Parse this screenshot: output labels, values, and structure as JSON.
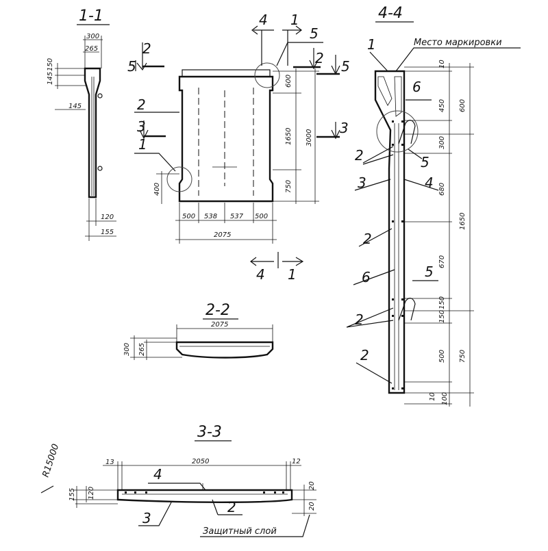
{
  "sections": {
    "s11": "1-1",
    "s22": "2-2",
    "s33": "3-3",
    "s44": "4-4"
  },
  "notes": {
    "marking_place": "Место маркировки",
    "protective_layer": "Защитный слой",
    "radius": "R15000"
  },
  "view11": {
    "d300": "300",
    "d265": "265",
    "d150": "150",
    "d145a": "145",
    "d145b": "145",
    "d120": "120",
    "d155": "155"
  },
  "elevation": {
    "d600": "600",
    "d1650": "1650",
    "d3000": "3000",
    "d750": "750",
    "d400": "400",
    "d500a": "500",
    "d538": "538",
    "d537": "537",
    "d500b": "500",
    "d2075": "2075"
  },
  "view22": {
    "d2075": "2075",
    "d300": "300",
    "d265": "265"
  },
  "view33": {
    "d13": "13",
    "d2050": "2050",
    "d12": "12",
    "d155": "155",
    "d120": "120",
    "d20a": "20",
    "d20b": "20"
  },
  "view44": {
    "d10top": "10",
    "d600": "600",
    "d450": "450",
    "d300": "300",
    "d680": "680",
    "d1650": "1650",
    "d670": "670",
    "d150a": "150",
    "d150b": "150",
    "d500": "500",
    "d750": "750",
    "d10bot": "10",
    "d100": "100"
  },
  "callouts": {
    "c1": "1",
    "c2": "2",
    "c3": "3",
    "c4": "4",
    "c5": "5",
    "c6": "6"
  }
}
